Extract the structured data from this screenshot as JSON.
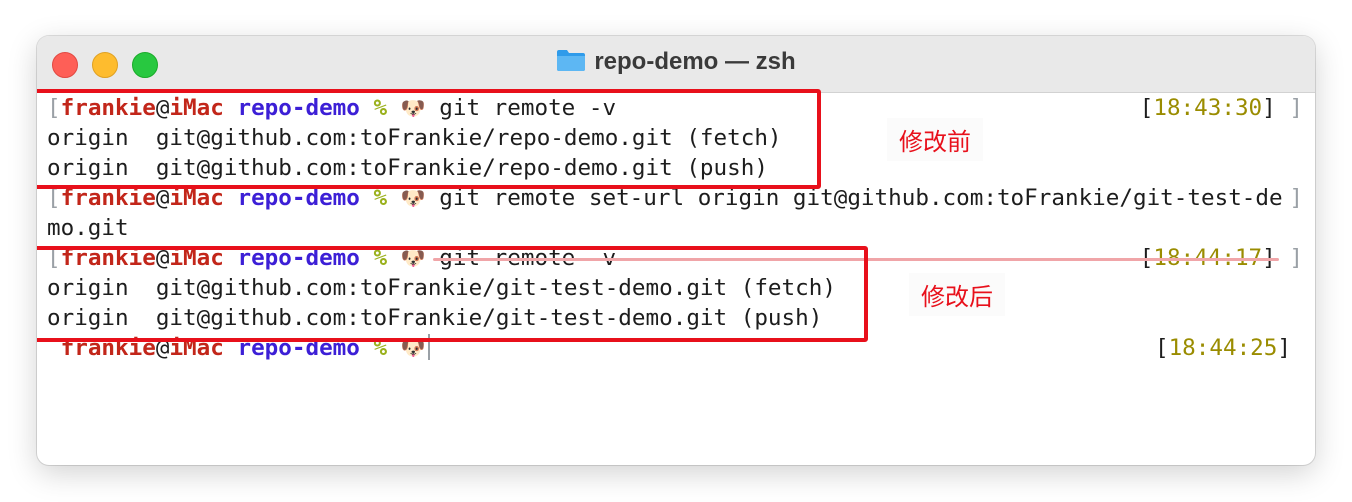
{
  "window": {
    "title": "repo-demo — zsh",
    "traffic_lights": {
      "close": "#fe5f57",
      "minimize": "#febc2e",
      "maximize": "#28c840"
    }
  },
  "prompt": {
    "user": "frankie",
    "at": "@",
    "host": "iMac",
    "dir": "repo-demo",
    "symbol": "%",
    "emoji": "🐶"
  },
  "lines": [
    {
      "type": "prompt",
      "command": "git remote -v",
      "time": "18:43:30"
    },
    {
      "type": "output",
      "text": "origin  git@github.com:toFrankie/repo-demo.git (fetch)"
    },
    {
      "type": "output",
      "text": "origin  git@github.com:toFrankie/repo-demo.git (push)"
    },
    {
      "type": "prompt",
      "command": "git remote set-url origin git@github.com:toFrankie/git-test-de"
    },
    {
      "type": "output",
      "text": "mo.git"
    },
    {
      "type": "prompt",
      "command": "git remote -v",
      "time": "18:44:17"
    },
    {
      "type": "output",
      "text": "origin  git@github.com:toFrankie/git-test-demo.git (fetch)"
    },
    {
      "type": "output",
      "text": "origin  git@github.com:toFrankie/git-test-demo.git (push)"
    },
    {
      "type": "prompt",
      "command": "",
      "time": "18:44:25"
    }
  ],
  "annotations": {
    "before": "修改前",
    "after": "修改后",
    "accent": "#e8101b"
  }
}
